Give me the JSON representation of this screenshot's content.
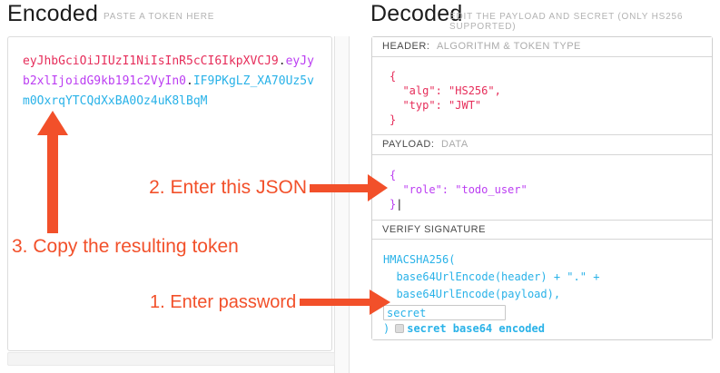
{
  "encoded": {
    "title": "Encoded",
    "subtitle": "PASTE A TOKEN HERE",
    "token": {
      "header_part": "eyJhbGciOiJIUzI1NiIsInR5cCI6IkpXVCJ9",
      "dot1": ".",
      "payload_part": "eyJyb2xlIjoidG9kb191c2VyIn0",
      "dot2": ".",
      "signature_part": "IF9PKgLZ_XA70Uz5vm0OxrqYTCQdXxBA0Oz4uK8lBqM"
    }
  },
  "decoded": {
    "title": "Decoded",
    "subtitle": "EDIT THE PAYLOAD AND SECRET (ONLY HS256 SUPPORTED)",
    "header_section": {
      "label_strong": "HEADER:",
      "label_muted": "ALGORITHM & TOKEN TYPE",
      "json_lines": [
        "{",
        "  \"alg\": \"HS256\",",
        "  \"typ\": \"JWT\"",
        "}"
      ]
    },
    "payload_section": {
      "label_strong": "PAYLOAD:",
      "label_muted": "DATA",
      "json_lines": [
        "{",
        "  \"role\": \"todo_user\"",
        "}"
      ],
      "cursor": "|"
    },
    "verify_section": {
      "label_strong": "VERIFY SIGNATURE",
      "code_lines": [
        "HMACSHA256(",
        "  base64UrlEncode(header) + \".\" +",
        "  base64UrlEncode(payload),"
      ],
      "secret_value": "secret",
      "closing_paren": ")",
      "checkbox_checked": false,
      "checkbox_label": "secret base64 encoded"
    }
  },
  "annotations": {
    "step1": "1. Enter password",
    "step2": "2. Enter this JSON",
    "step3": "3. Copy the resulting token"
  },
  "colors": {
    "token_header": "#e62d5a",
    "token_payload": "#bb3df2",
    "token_signature": "#29b2e8",
    "annotation_red": "#f2502a"
  }
}
